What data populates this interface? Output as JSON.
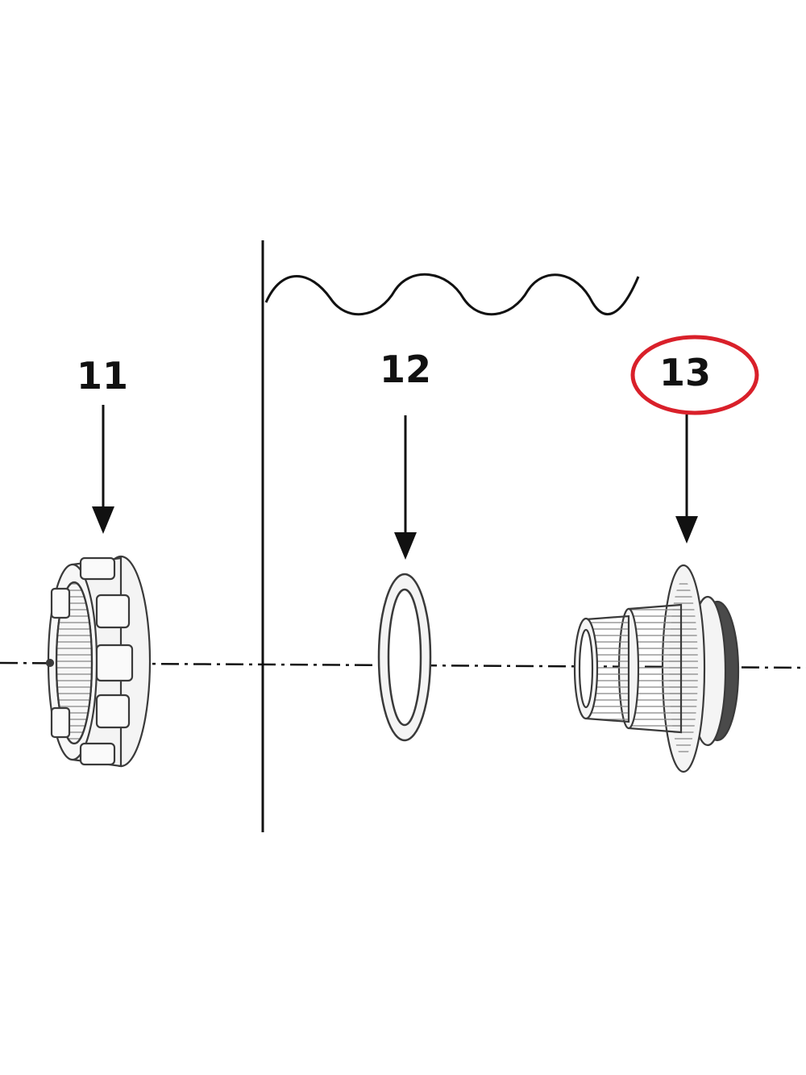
{
  "diagram": {
    "labels": [
      {
        "id": "11",
        "text": "11",
        "part": "lock-nut"
      },
      {
        "id": "12",
        "text": "12",
        "part": "flat-gasket"
      },
      {
        "id": "13",
        "text": "13",
        "part": "threaded-wall-fitting",
        "highlighted": true
      }
    ],
    "colors": {
      "line": "#111111",
      "part_stroke": "#3a3a3a",
      "part_fill": "#f4f4f4",
      "highlight": "#d9202a",
      "background": "#ffffff"
    }
  }
}
